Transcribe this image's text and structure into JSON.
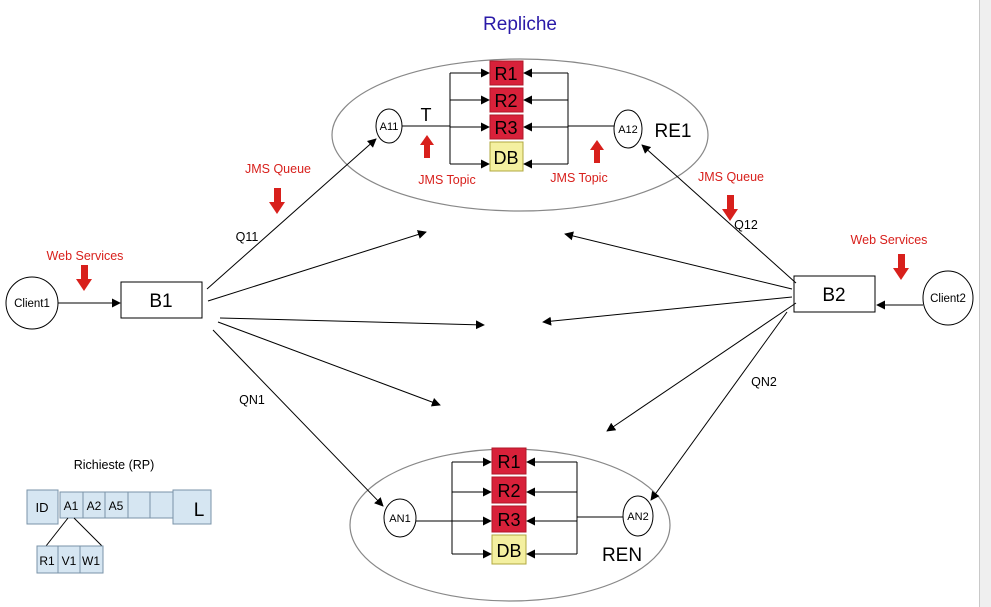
{
  "title": "Repliche",
  "colors": {
    "title": "#2a1aa8",
    "red_label": "#d8201c",
    "replica_fill": "#d8213a",
    "db_fill": "#f4f0a0",
    "request_fill": "#d6e6f2",
    "line": "#000000",
    "ellipse": "#888888"
  },
  "icons": {
    "red_arrow": "down-arrow-icon / up-arrow-icon"
  },
  "nodes": {
    "client1": "Client1",
    "client2": "Client2",
    "b1": "B1",
    "b2": "B2",
    "a11": "A11",
    "a12": "A12",
    "an1": "AN1",
    "an2": "AN2",
    "t": "T",
    "re1": "RE1",
    "ren": "REN"
  },
  "top_replica_stack": [
    "R1",
    "R2",
    "R3",
    "DB"
  ],
  "bottom_replica_stack": [
    "R1",
    "R2",
    "R3",
    "DB"
  ],
  "labels": {
    "web_services_left": "Web Services",
    "web_services_right": "Web Services",
    "jms_queue_left": "JMS Queue",
    "jms_queue_right": "JMS Queue",
    "jms_topic_left": "JMS Topic",
    "jms_topic_right": "JMS Topic",
    "q11": "Q11",
    "q12": "Q12",
    "qn1": "QN1",
    "qn2": "QN2"
  },
  "requests": {
    "title": "Richieste (RP)",
    "id": "ID",
    "entries": [
      "A1",
      "A2",
      "A5",
      "",
      ""
    ],
    "end": "L",
    "detail": [
      "R1",
      "V1",
      "W1"
    ]
  }
}
